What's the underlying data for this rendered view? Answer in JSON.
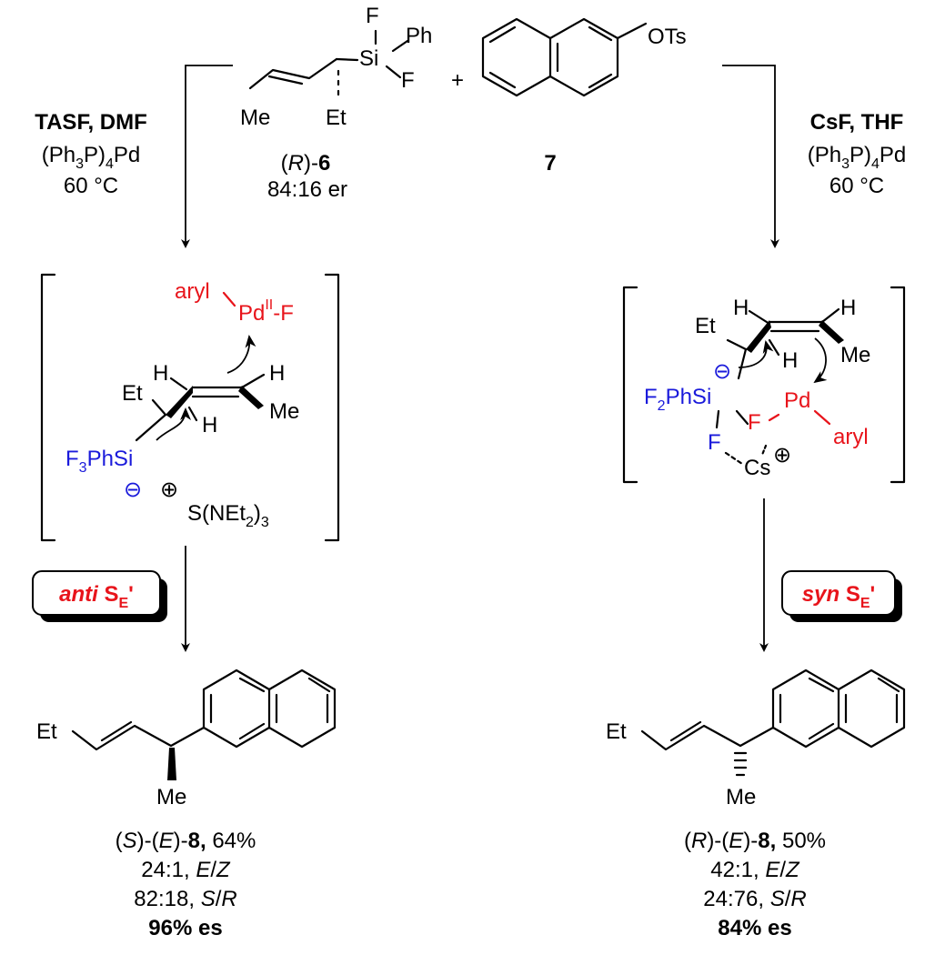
{
  "reactants": {
    "substrate": {
      "atoms": {
        "F_top": "F",
        "Ph": "Ph",
        "Si": "Si",
        "F_right": "F",
        "Me": "Me",
        "Et": "Et"
      },
      "label_prefix": "(",
      "label_config": "R",
      "label_mid": ")-",
      "label_number": "6",
      "er": "84:16 er"
    },
    "plus": "+",
    "aryl_tosylate": {
      "group": "OTs",
      "label_number": "7"
    }
  },
  "left_path": {
    "conditions": {
      "line1": "TASF, DMF",
      "line2_a": "(Ph",
      "line2_sub1": "3",
      "line2_b": "P)",
      "line2_sub2": "4",
      "line2_c": "Pd",
      "line3": "60 °C"
    },
    "ts": {
      "aryl": "aryl",
      "pd": "Pd",
      "pd_ox": "II",
      "pd_f": "-F",
      "H1": "H",
      "H2": "H",
      "H3": "H",
      "Et": "Et",
      "Me": "Me",
      "si_a": "F",
      "si_sub": "3",
      "si_b": "PhSi",
      "minus": "⊖",
      "plus": "⊕",
      "cation_a": "S(NEt",
      "cation_sub1": "2",
      "cation_b": ")",
      "cation_sub2": "3"
    },
    "mechanism_badge": {
      "word": "anti",
      "S": "S",
      "sub": "E",
      "prime": "'"
    },
    "product": {
      "Et": "Et",
      "Me": "Me",
      "label_a": "(",
      "label_S": "S",
      "label_b": ")-(",
      "label_E": "E",
      "label_c": ")-",
      "label_num": "8,",
      "label_yield": " 64%",
      "ez_ratio": "24:1, ",
      "ez_E": "E",
      "ez_slash": "/",
      "ez_Z": "Z",
      "sr_ratio": "82:18, ",
      "sr_S": "S",
      "sr_slash": "/",
      "sr_R": "R",
      "es": "96% es"
    }
  },
  "right_path": {
    "conditions": {
      "line1": "CsF, THF",
      "line2_a": "(Ph",
      "line2_sub1": "3",
      "line2_b": "P)",
      "line2_sub2": "4",
      "line2_c": "Pd",
      "line3": "60 °C"
    },
    "ts": {
      "H1": "H",
      "H2": "H",
      "H3": "H",
      "Et": "Et",
      "Me": "Me",
      "minus": "⊖",
      "si_a": "F",
      "si_sub": "2",
      "si_b": "PhSi",
      "F_si": "F",
      "F_pd": "F",
      "pd": "Pd",
      "aryl": "aryl",
      "cs": "Cs",
      "plus": "⊕"
    },
    "mechanism_badge": {
      "word": "syn",
      "S": "S",
      "sub": "E",
      "prime": "'"
    },
    "product": {
      "Et": "Et",
      "Me": "Me",
      "label_a": "(",
      "label_R": "R",
      "label_b": ")-(",
      "label_E": "E",
      "label_c": ")-",
      "label_num": "8,",
      "label_yield": " 50%",
      "ez_ratio": "42:1, ",
      "ez_E": "E",
      "ez_slash": "/",
      "ez_Z": "Z",
      "sr_ratio": "24:76, ",
      "sr_S": "S",
      "sr_slash": "/",
      "sr_R": "R",
      "es": "84% es"
    }
  },
  "colors": {
    "palladium": "#e8141b",
    "silicon": "#1a1adb",
    "bonds": "#000000",
    "badge_text": "#e8141b"
  }
}
